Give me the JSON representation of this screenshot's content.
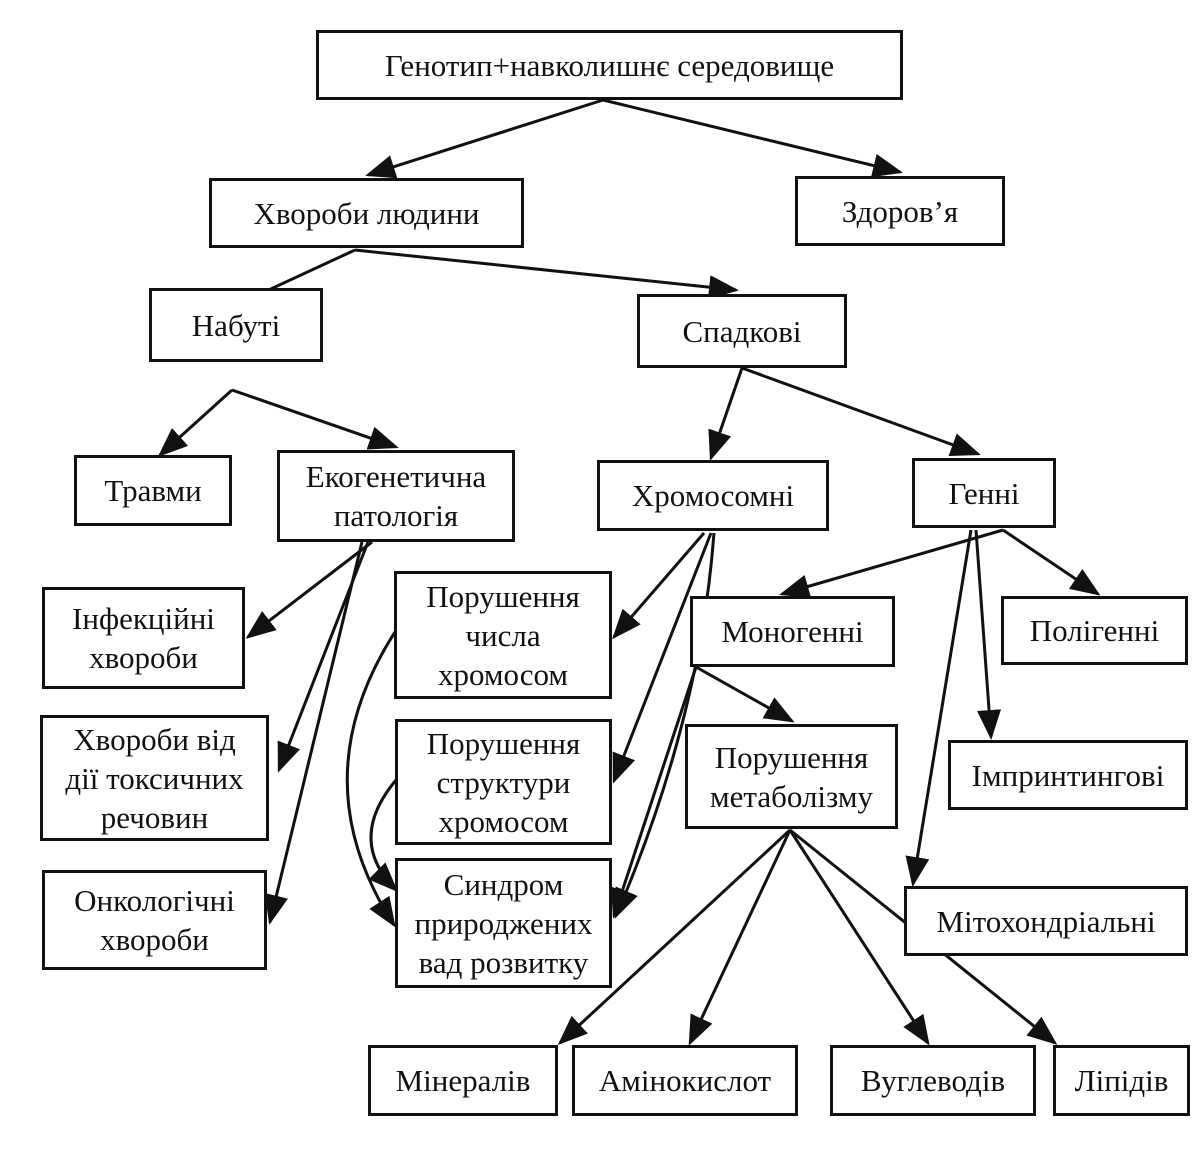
{
  "nodes": {
    "root": [
      "Генотип+навколишнє середовище"
    ],
    "disease": [
      "Хвороби людини"
    ],
    "health": [
      "Здоров’я"
    ],
    "acquired": [
      "Набуті"
    ],
    "hereditary": [
      "Спадкові"
    ],
    "injuries": [
      "Травми"
    ],
    "ecogenetic": [
      "Екогенетична",
      "патологія"
    ],
    "chromosomal": [
      "Хромосомні"
    ],
    "genic": [
      "Генні"
    ],
    "infectious": [
      "Інфекційні",
      "хвороби"
    ],
    "toxic": [
      "Хвороби від",
      "дії токсичних",
      "речовин"
    ],
    "oncological": [
      "Онкологічні",
      "хвороби"
    ],
    "chrom_number": [
      "Порушення",
      "числа",
      "хромосом"
    ],
    "chrom_structure": [
      "Порушення",
      "структури",
      "хромосом"
    ],
    "malformations": [
      "Синдром",
      "природжених",
      "вад розвитку"
    ],
    "monogenic": [
      "Моногенні"
    ],
    "polygenic": [
      "Полігенні"
    ],
    "metabolism": [
      "Порушення",
      "метаболізму"
    ],
    "imprinting": [
      "Імпринтингові"
    ],
    "mitochondrial": [
      "Мітохондріальні"
    ],
    "minerals": [
      "Мінералів"
    ],
    "amino_acids": [
      "Амінокислот"
    ],
    "carbohydrates": [
      "Вуглеводів"
    ],
    "lipids": [
      "Ліпідів"
    ]
  },
  "edges": [
    [
      "root",
      "disease"
    ],
    [
      "root",
      "health"
    ],
    [
      "disease",
      "acquired"
    ],
    [
      "disease",
      "hereditary"
    ],
    [
      "acquired",
      "injuries"
    ],
    [
      "acquired",
      "ecogenetic"
    ],
    [
      "ecogenetic",
      "infectious"
    ],
    [
      "ecogenetic",
      "toxic"
    ],
    [
      "ecogenetic",
      "oncological"
    ],
    [
      "hereditary",
      "chromosomal"
    ],
    [
      "hereditary",
      "genic"
    ],
    [
      "chromosomal",
      "chrom_number"
    ],
    [
      "chromosomal",
      "chrom_structure"
    ],
    [
      "genic",
      "monogenic"
    ],
    [
      "genic",
      "polygenic"
    ],
    [
      "genic",
      "imprinting"
    ],
    [
      "genic",
      "mitochondrial"
    ],
    [
      "monogenic",
      "metabolism"
    ],
    [
      "monogenic",
      "malformations"
    ],
    [
      "chromosomal",
      "malformations"
    ],
    [
      "chrom_number",
      "malformations"
    ],
    [
      "chrom_structure",
      "malformations"
    ],
    [
      "metabolism",
      "minerals"
    ],
    [
      "metabolism",
      "amino_acids"
    ],
    [
      "metabolism",
      "carbohydrates"
    ],
    [
      "metabolism",
      "lipids"
    ]
  ]
}
